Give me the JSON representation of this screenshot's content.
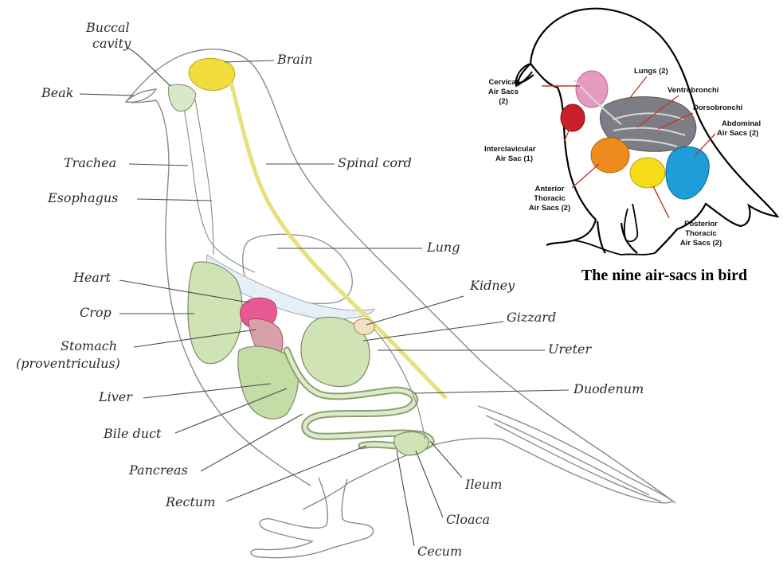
{
  "main_diagram": {
    "labels": {
      "buccal_cavity_1": "Buccal",
      "buccal_cavity_2": "cavity",
      "brain": "Brain",
      "beak": "Beak",
      "trachea": "Trachea",
      "spinal_cord": "Spinal cord",
      "esophagus": "Esophagus",
      "lung": "Lung",
      "heart": "Heart",
      "kidney": "Kidney",
      "crop": "Crop",
      "gizzard": "Gizzard",
      "stomach_1": "Stomach",
      "stomach_2": "(proventriculus)",
      "ureter": "Ureter",
      "liver": "Liver",
      "duodenum": "Duodenum",
      "bile_duct": "Bile duct",
      "pancreas": "Pancreas",
      "rectum": "Rectum",
      "ileum": "Ileum",
      "cloaca": "Cloaca",
      "cecum": "Cecum"
    }
  },
  "inset_diagram": {
    "caption": "The nine air-sacs in bird",
    "labels": {
      "lungs": "Lungs (2)",
      "cervical_1": "Cervical",
      "cervical_2": "Air Sacs",
      "cervical_3": "(2)",
      "ventrobronchi": "Ventrobronchi",
      "dorsobronchi": "Dorsobronchi",
      "abdominal_1": "Abdominal",
      "abdominal_2": "Air Sacs (2)",
      "interclavicular_1": "Interclavicular",
      "interclavicular_2": "Air Sac (1)",
      "anterior_1": "Anterior",
      "anterior_2": "Thoracic",
      "anterior_3": "Air Sacs (2)",
      "posterior_1": "Posterior",
      "posterior_2": "Thoracic",
      "posterior_3": "Air Sacs (2)"
    }
  },
  "colors": {
    "brain": "#f2dc3c",
    "spinal_cord": "#e8e07a",
    "digestive": "#cfe3b4",
    "heart": "#e85a93",
    "lung_fill": "#ffffff",
    "kidney": "#f2e2c2",
    "cervical_sac": "#e79ac0",
    "interclavicular_sac": "#c8202a",
    "lungs_inset": "#7d7d85",
    "anterior_thoracic_sac": "#ef8a1c",
    "posterior_thoracic_sac": "#f5dd1a",
    "abdominal_sac": "#1d9ed9",
    "leader_inset": "#c0392b"
  }
}
